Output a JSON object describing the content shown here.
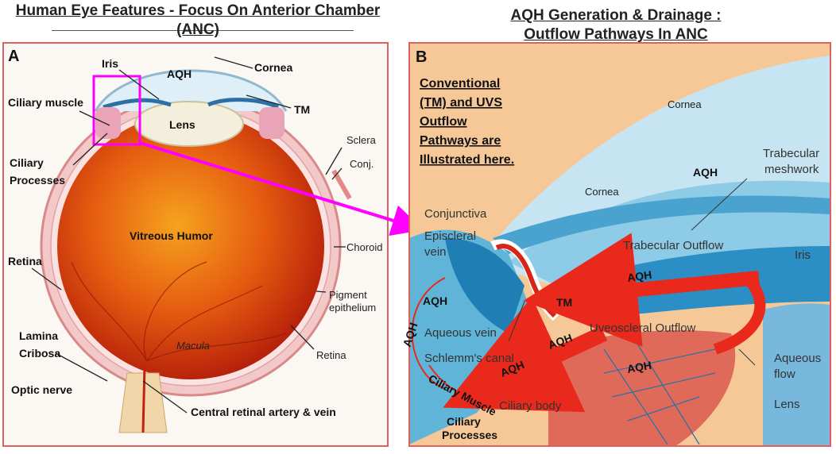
{
  "title_left_line1": "Human Eye Features - Focus On Anterior Chamber",
  "title_left_line2": "(ANC)",
  "title_right_line1": "AQH Generation & Drainage :",
  "title_right_line2": "Outflow Pathways In ANC",
  "panel_a": {
    "letter": "A",
    "labels": {
      "iris": "Iris",
      "aqh": "AQH",
      "cornea": "Cornea",
      "ciliary_muscle": "Ciliary muscle",
      "lens": "Lens",
      "tm": "TM",
      "sclera": "Sclera",
      "ciliary_processes_1": "Ciliary",
      "ciliary_processes_2": "Processes",
      "conj": "Conj.",
      "vitreous_humor": "Vitreous Humor",
      "retina_left": "Retina",
      "choroid": "Choroid",
      "pigment_1": "Pigment",
      "pigment_2": "epithelium",
      "lamina_1": "Lamina",
      "lamina_2": "Cribosa",
      "macula": "Macula",
      "retina_right": "Retina",
      "optic_nerve": "Optic nerve",
      "central_artery": "Central retinal artery & vein"
    }
  },
  "panel_b": {
    "letter": "B",
    "callout": [
      "Conventional",
      "(TM) and UVS",
      "Outflow",
      "Pathways are",
      "Illustrated here."
    ],
    "labels": {
      "cornea_top": "Cornea",
      "cornea_mid": "Cornea",
      "aqh": "AQH",
      "trabecular_1": "Trabecular",
      "trabecular_2": "meshwork",
      "conjunctiva": "Conjunctiva",
      "episcleral_1": "Episcleral",
      "episcleral_2": "vein",
      "trabecular_outflow": "Trabecular Outflow",
      "iris": "Iris",
      "aqh_arrow_1": "AQH",
      "aqh_left": "AQH",
      "tm": "TM",
      "aqueous_vein": "Aqueous vein",
      "uveoscleral": "Uveoscleral Outflow",
      "aqh_arc": "AQH",
      "aqh_arrow_2": "AQH",
      "schlemm": "Schlemm's canal",
      "aqh_arrow_3": "AQH",
      "aqh_arrow_4": "AQH",
      "aqueous_flow_1": "Aqueous",
      "aqueous_flow_2": "flow",
      "ciliary_muscle": "Ciliary Muscle",
      "ciliary_body": "Ciliary body",
      "lens": "Lens",
      "ciliary_processes_1": "Ciliary",
      "ciliary_processes_2": "Processes"
    }
  },
  "colors": {
    "frame": "#e06060",
    "highlight": "#ff00ff",
    "arrow_red": "#e8291c",
    "peach": "#f8c99a",
    "blue_light": "#c8e6f2",
    "blue_mid": "#5fb4d8",
    "blue_dark": "#1f7fb5",
    "tm_label": "#ffee00"
  }
}
